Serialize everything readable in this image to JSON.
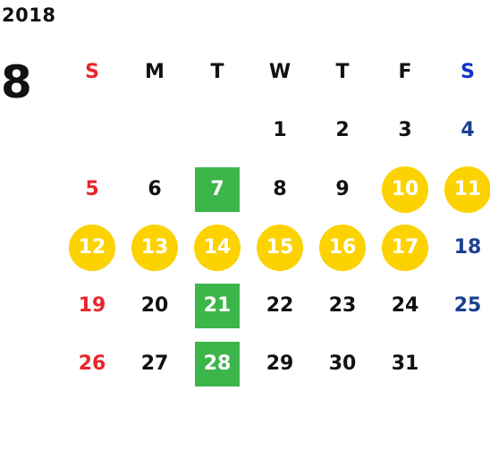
{
  "calendar": {
    "year": "2018",
    "month": "8",
    "weekdays": [
      "S",
      "M",
      "T",
      "W",
      "T",
      "F",
      "S"
    ],
    "weeks": [
      [
        {
          "day": ""
        },
        {
          "day": ""
        },
        {
          "day": ""
        },
        {
          "day": "1"
        },
        {
          "day": "2"
        },
        {
          "day": "3"
        },
        {
          "day": "4"
        }
      ],
      [
        {
          "day": "5"
        },
        {
          "day": "6"
        },
        {
          "day": "7",
          "highlight": "green"
        },
        {
          "day": "8"
        },
        {
          "day": "9"
        },
        {
          "day": "10",
          "highlight": "yellow"
        },
        {
          "day": "11",
          "highlight": "yellow"
        }
      ],
      [
        {
          "day": "12",
          "highlight": "yellow"
        },
        {
          "day": "13",
          "highlight": "yellow"
        },
        {
          "day": "14",
          "highlight": "yellow"
        },
        {
          "day": "15",
          "highlight": "yellow"
        },
        {
          "day": "16",
          "highlight": "yellow"
        },
        {
          "day": "17",
          "highlight": "yellow"
        },
        {
          "day": "18"
        }
      ],
      [
        {
          "day": "19"
        },
        {
          "day": "20"
        },
        {
          "day": "21",
          "highlight": "green"
        },
        {
          "day": "22"
        },
        {
          "day": "23"
        },
        {
          "day": "24"
        },
        {
          "day": "25"
        }
      ],
      [
        {
          "day": "26"
        },
        {
          "day": "27"
        },
        {
          "day": "28",
          "highlight": "green"
        },
        {
          "day": "29"
        },
        {
          "day": "30"
        },
        {
          "day": "31"
        },
        {
          "day": ""
        }
      ]
    ]
  },
  "colors": {
    "sunday": "#e8262c",
    "saturday": "#1d3f91",
    "saturday_header": "#1432c8",
    "holiday_circle": "#fcd200",
    "event_square": "#3cb54a"
  }
}
